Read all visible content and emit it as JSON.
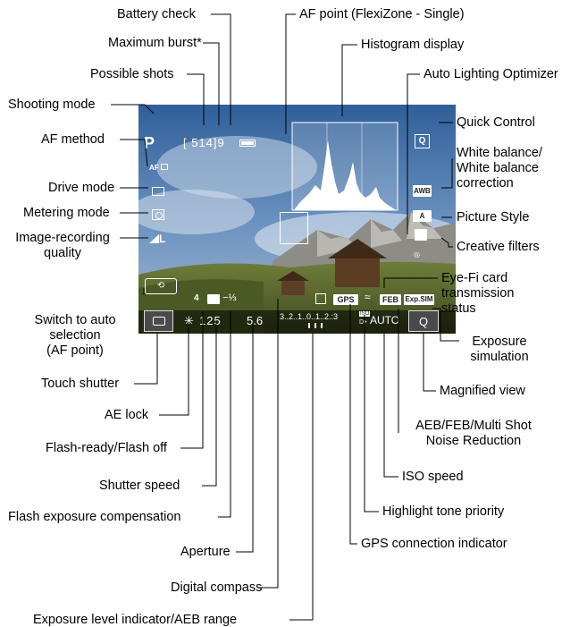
{
  "callouts": {
    "battery_check": "Battery check",
    "af_point": "AF point (FlexiZone - Single)",
    "maximum_burst": "Maximum burst*",
    "histogram_display": "Histogram display",
    "possible_shots": "Possible shots",
    "auto_lighting_optimizer": "Auto Lighting Optimizer",
    "shooting_mode": "Shooting mode",
    "quick_control": "Quick Control",
    "af_method": "AF method",
    "white_balance": [
      "White balance/",
      "White balance",
      "correction"
    ],
    "drive_mode": "Drive mode",
    "metering_mode": "Metering mode",
    "picture_style": "Picture Style",
    "image_recording_quality": [
      "Image-recording",
      "quality"
    ],
    "creative_filters": "Creative filters",
    "eye_fi": [
      "Eye-Fi card",
      "transmission",
      "status"
    ],
    "switch_auto_selection": [
      "Switch to auto",
      "selection",
      "(AF point)"
    ],
    "exposure_simulation": [
      "Exposure",
      "simulation"
    ],
    "touch_shutter": "Touch shutter",
    "magnified_view": "Magnified view",
    "ae_lock": "AE lock",
    "aeb_feb": [
      "AEB/FEB/Multi Shot",
      "Noise Reduction"
    ],
    "flash_ready": "Flash-ready/Flash off",
    "iso_speed": "ISO speed",
    "shutter_speed": "Shutter speed",
    "highlight_tone_priority": "Highlight tone priority",
    "flash_exposure_compensation": "Flash exposure compensation",
    "gps_connection": "GPS connection indicator",
    "aperture": "Aperture",
    "digital_compass": "Digital compass",
    "exposure_level": "Exposure level indicator/AEB range"
  },
  "screen": {
    "mode": "P",
    "af_method": "AF",
    "shots": "[ 514]9",
    "quick_control": "Q",
    "wb": "AWB",
    "picture_style": "A",
    "flash": "4",
    "fec": "−⅓",
    "ae_lock": "✳",
    "shutter": "125",
    "aperture": "5.6",
    "scale": "3..2..1..0..1..2.:3",
    "gps": "GPS",
    "feb": "FEB",
    "expsim": "Exp.SIM",
    "iso": "AUTO",
    "iso_small": "ISO",
    "d_plus": "D+",
    "magnify": "Q",
    "quality": "L"
  }
}
